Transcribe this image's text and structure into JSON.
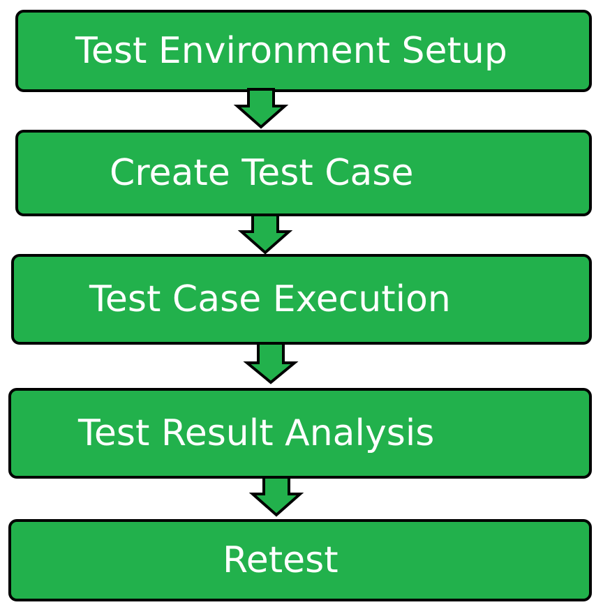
{
  "steps": [
    {
      "label": "Test Environment Setup"
    },
    {
      "label": "Create Test Case"
    },
    {
      "label": "Test Case Execution"
    },
    {
      "label": "Test Result Analysis"
    },
    {
      "label": "Retest"
    }
  ],
  "colors": {
    "box_fill": "#22b14c",
    "box_border": "#000000",
    "text": "#ffffff",
    "arrow_fill": "#22b14c",
    "arrow_stroke": "#000000"
  },
  "arrow_icon": "down-arrow-icon"
}
